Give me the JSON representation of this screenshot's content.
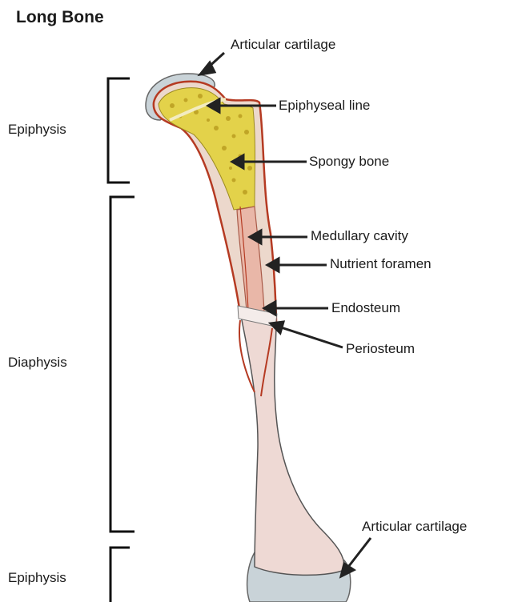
{
  "title": "Long Bone",
  "regions": {
    "epiphysis_top": "Epiphysis",
    "diaphysis": "Diaphysis",
    "epiphysis_bottom": "Epiphysis"
  },
  "labels": {
    "articular_cartilage_top": "Articular cartilage",
    "epiphyseal_line": "Epiphyseal line",
    "spongy_bone": "Spongy bone",
    "medullary_cavity": "Medullary  cavity",
    "nutrient_foramen": "Nutrient foramen",
    "endosteum": "Endosteum",
    "periosteum": "Periosteum",
    "articular_cartilage_bottom": "Articular cartilage"
  },
  "colors": {
    "cartilage": "#c9d3d8",
    "spongy_bone": "#e3d24a",
    "compact_bone": "#ecd8cc",
    "medullary": "#e9b7a8",
    "periosteum": "#b53a22",
    "shaft": "#eed9d4"
  }
}
